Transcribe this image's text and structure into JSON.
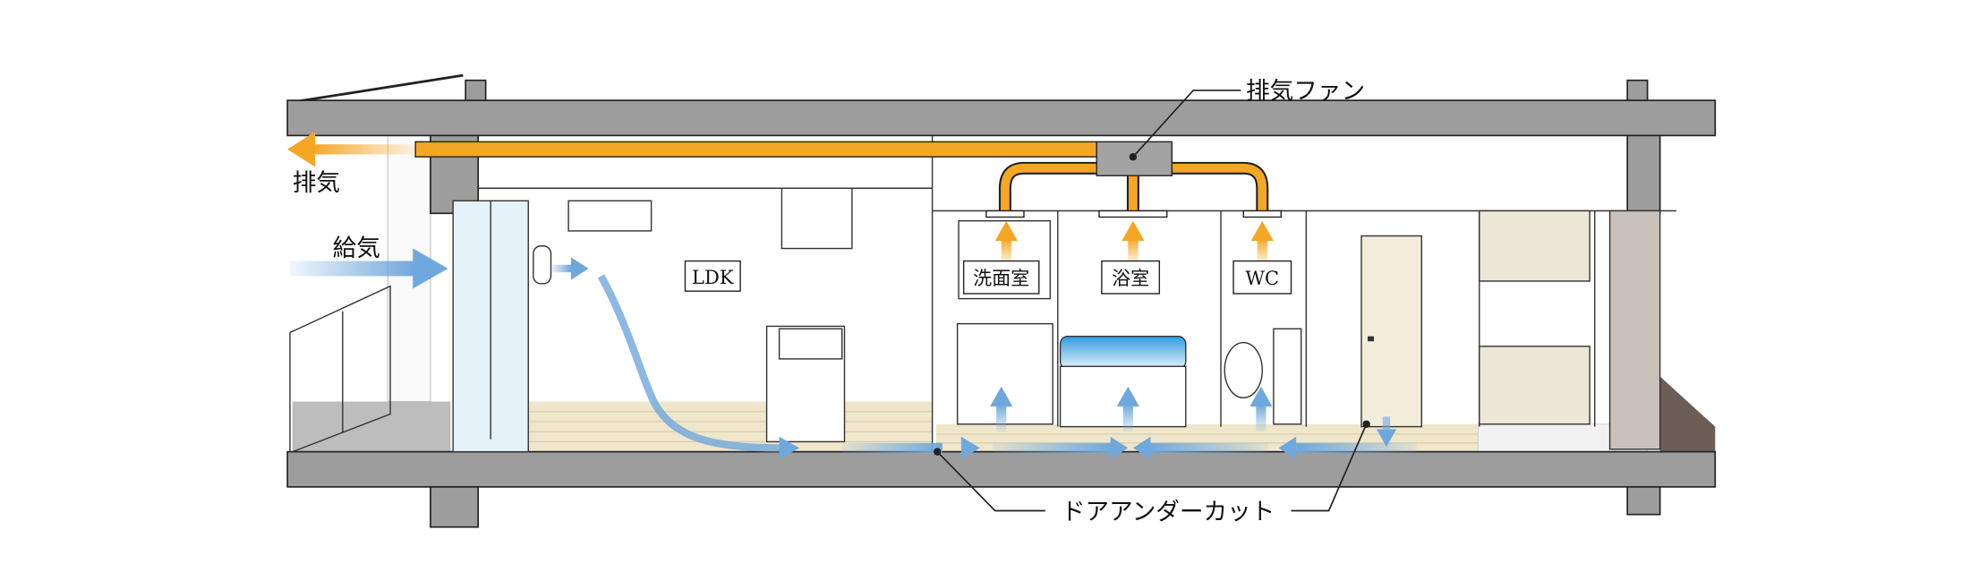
{
  "labels": {
    "exhaust_fan": "排気ファン",
    "exhaust": "排気",
    "supply": "給気",
    "ldk": "LDK",
    "washroom": "洗面室",
    "bathroom": "浴室",
    "wc": "WC",
    "door_undercut": "ドアアンダーカット"
  },
  "colors": {
    "structure": "#9d9d9d",
    "exhaust_duct": "#f5a623",
    "supply_air": "#6fa8dc",
    "floor": "#efe6cc",
    "line": "#222222"
  }
}
